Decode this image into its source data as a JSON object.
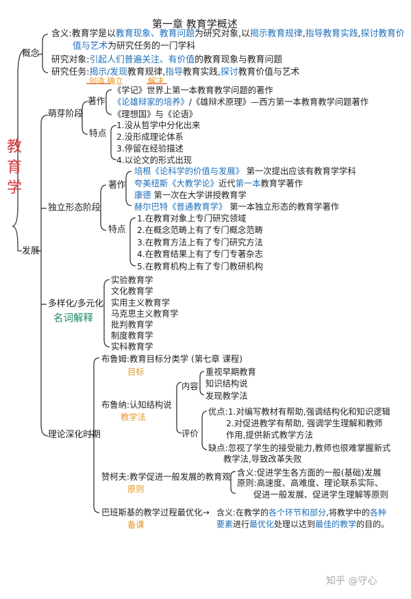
{
  "title": "第一章 教育学概述",
  "root": "教育学",
  "concept": {
    "label": "概念",
    "definition": {
      "prefix": "含义:教育学是以",
      "k1": "教育现象、教育问题",
      "mid1": "为研究对象,以",
      "k2": "揭示教育规律",
      "sep1": ",",
      "k3": "指导教育实践",
      "sep2": ",",
      "k4a": "探讨教育价",
      "k4b": "值与艺术",
      "suffix": "为研究任务的一门学科"
    },
    "object": {
      "prefix": "研究对象:",
      "k1": "引起人们普遍关注、有价值",
      "suffix": "的教育现象与教育问题"
    },
    "task": {
      "prefix": "研究任务:",
      "k1": "揭示/发现",
      "mid1": "教育规律,",
      "k2": "指导",
      "mid2": "教育实践,",
      "k3": "探讨",
      "suffix": "教育价值与艺术",
      "note1": "创造 确立",
      "note2": "解决"
    }
  },
  "development": {
    "label": "发展",
    "sprout": {
      "label": "萌芽阶段",
      "works_label": "著作",
      "works": [
        "《学记》世界上第一本教育教学问题的著作",
        "《论雄辩家的培养》",
        "/《雄辩术原理》—西方第一本教育教学问题著作",
        "《理想国》与《论语》"
      ],
      "features_label": "特点",
      "features": [
        "1.没从哲学中分化出来",
        "2.没形成理论体系",
        "3.停留在经验描述",
        "4.以论文的形式出现"
      ]
    },
    "independent": {
      "label": "独立形态阶段",
      "works_label": "著作",
      "works": [
        {
          "name": "培根《论科学的价值与发展》",
          "desc": " 第一次提出应该有教育学学科"
        },
        {
          "name": "夸美纽斯《大教学论》",
          "desc": "近代",
          "hl": "第一本",
          "desc2": "教育学著作"
        },
        {
          "name": "康德",
          "desc": " 第一次在大学讲授教育学"
        },
        {
          "name": "赫尔巴特《普通教育学》",
          "desc": " 第一本独立形态的教育学著作"
        }
      ],
      "features_label": "特点",
      "features": [
        "1.在教育对象上专门研究领域",
        "2.在概念范畴上有了专门概念范畴",
        "3.在教育方法上有了专门研究方法",
        "4.在教育结果上有了专门专著杂志",
        "5.在教育机构上有了专门教研机构"
      ]
    },
    "diverse": {
      "label": "多样化/多元化",
      "note": "名词解释",
      "items": [
        "实验教育学",
        "文化教育学",
        "实用主义教育学",
        "马克思主义教育学",
        "批判教育学",
        "制度教育学",
        "实科教育学"
      ]
    },
    "deepening": {
      "label": "理论深化时期",
      "bloom": {
        "text": "布鲁姆:教育目标分类学  (第七章 课程)",
        "note": "目标"
      },
      "bruner": {
        "text": "布鲁纳:认知结构说",
        "note": "教学法",
        "content_label": "内容",
        "contents": [
          "重视早期教育",
          "知识结构说",
          "发现教学法"
        ],
        "eval_label": "评价",
        "pros": [
          "优点:1.对编写教材有帮助,强调结构化和知识逻辑",
          "2.对促进教学有帮助, 强调学生理解和教师",
          "作用,提供新式教学方法"
        ],
        "cons": [
          "缺点:忽视了学生的接受能力,教师也很难掌握新式",
          "教学法,导致改革失败"
        ]
      },
      "zankov": {
        "text": "赞柯夫:教学促进一般发展的教育观",
        "note": "原则",
        "meaning": "含义:促进学生各方面的一般(基础)发展",
        "principles": [
          "原则:高速度、高难度、理论联系实际、",
          "促进一般发展、促进学生理解等原则"
        ]
      },
      "babansky": {
        "text": "巴班斯基的教学过程最优化→",
        "note": "备课",
        "def_prefix": "含义:在教学的",
        "def_k1": "各个环节和部分",
        "def_mid": ",将教学中的",
        "def_k2": "各种",
        "def_k2b": "要素",
        "def_mid2": "进行",
        "def_k3": "最优化",
        "def_mid3": "处理以达到",
        "def_k4": "最佳的教学",
        "def_suffix": "的目的。"
      }
    }
  },
  "watermark": "知乎 @守心",
  "colors": {
    "blue": "#1d6fb8",
    "orange": "#e79726",
    "green": "#1c8a63",
    "red": "#d23a3a"
  }
}
